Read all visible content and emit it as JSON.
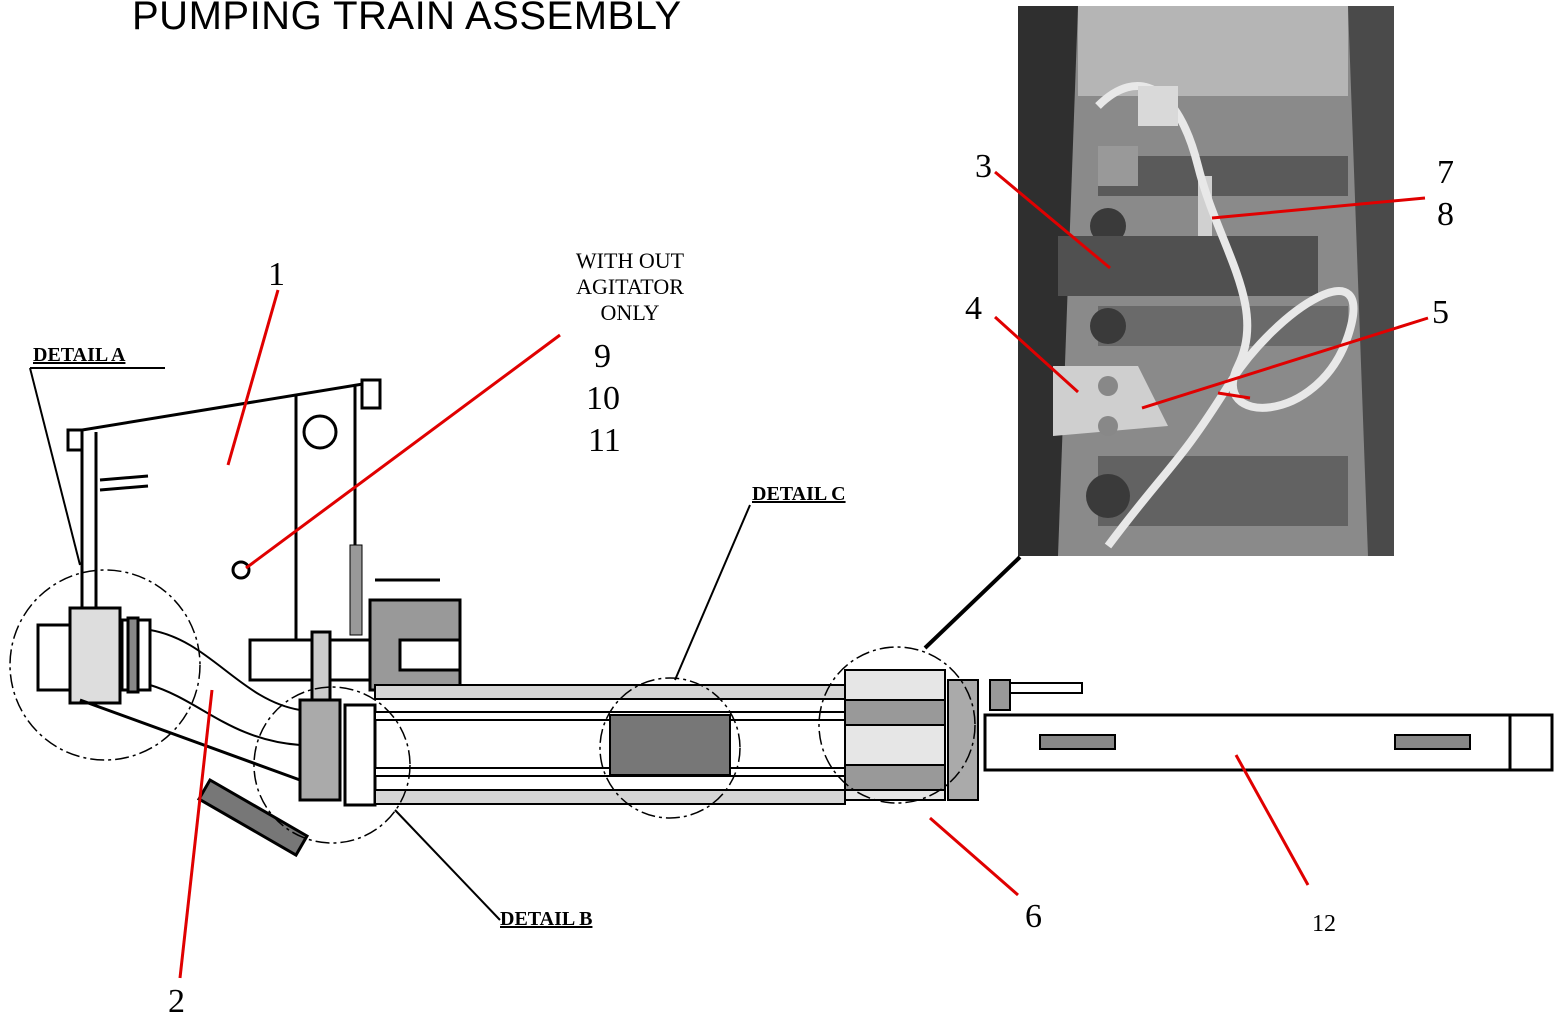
{
  "title": "PUMPING TRAIN ASSEMBLY",
  "note": {
    "line1": "WITH OUT",
    "line2": "AGITATOR",
    "line3": "ONLY"
  },
  "details": {
    "a": "DETAIL  A",
    "b": "DETAIL B",
    "c": "DETAIL C"
  },
  "callouts": {
    "n1": "1",
    "n2": "2",
    "n3": "3",
    "n4": "4",
    "n5": "5",
    "n6": "6",
    "n7": "7",
    "n8": "8",
    "n9": "9",
    "n10": "10",
    "n11": "11",
    "n12": "12"
  },
  "colors": {
    "leader_red": "#e00000",
    "line_black": "#000000"
  }
}
